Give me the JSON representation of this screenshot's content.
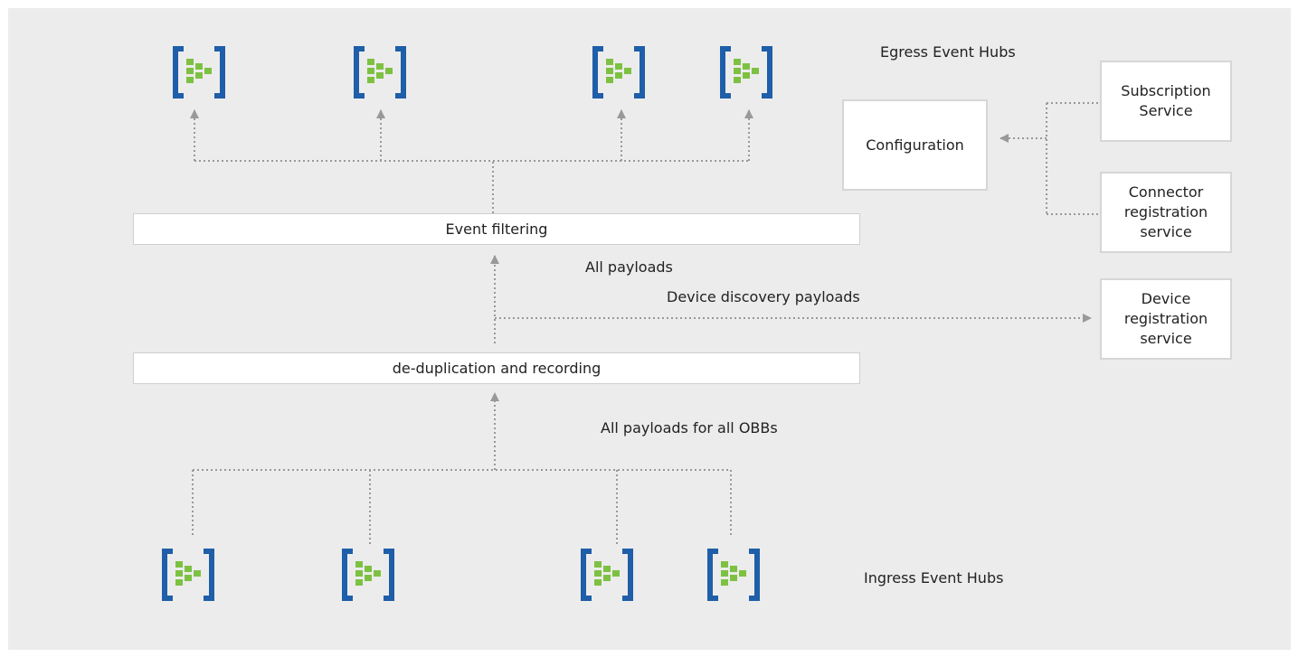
{
  "labels": {
    "egress": "Egress Event Hubs",
    "ingress": "Ingress Event Hubs",
    "all_payloads": "All payloads",
    "device_discovery": "Device discovery payloads",
    "all_payloads_obbs": "All payloads for all OBBs"
  },
  "stages": {
    "filtering": "Event filtering",
    "dedup": "de-duplication and recording"
  },
  "services": {
    "configuration": "Configuration",
    "subscription": "Subscription\nService",
    "connector": "Connector\nregistration\nservice",
    "device_registration": "Device\nregistration\nservice"
  },
  "icons": {
    "egress_hubs": [
      "event-hub-icon",
      "event-hub-icon",
      "event-hub-icon",
      "event-hub-icon"
    ],
    "ingress_hubs": [
      "event-hub-icon",
      "event-hub-icon",
      "event-hub-icon",
      "event-hub-icon"
    ]
  },
  "colors": {
    "background": "#ececec",
    "hub_bracket": "#1f5ea8",
    "hub_cells": "#7dc142",
    "connector": "#999999"
  }
}
